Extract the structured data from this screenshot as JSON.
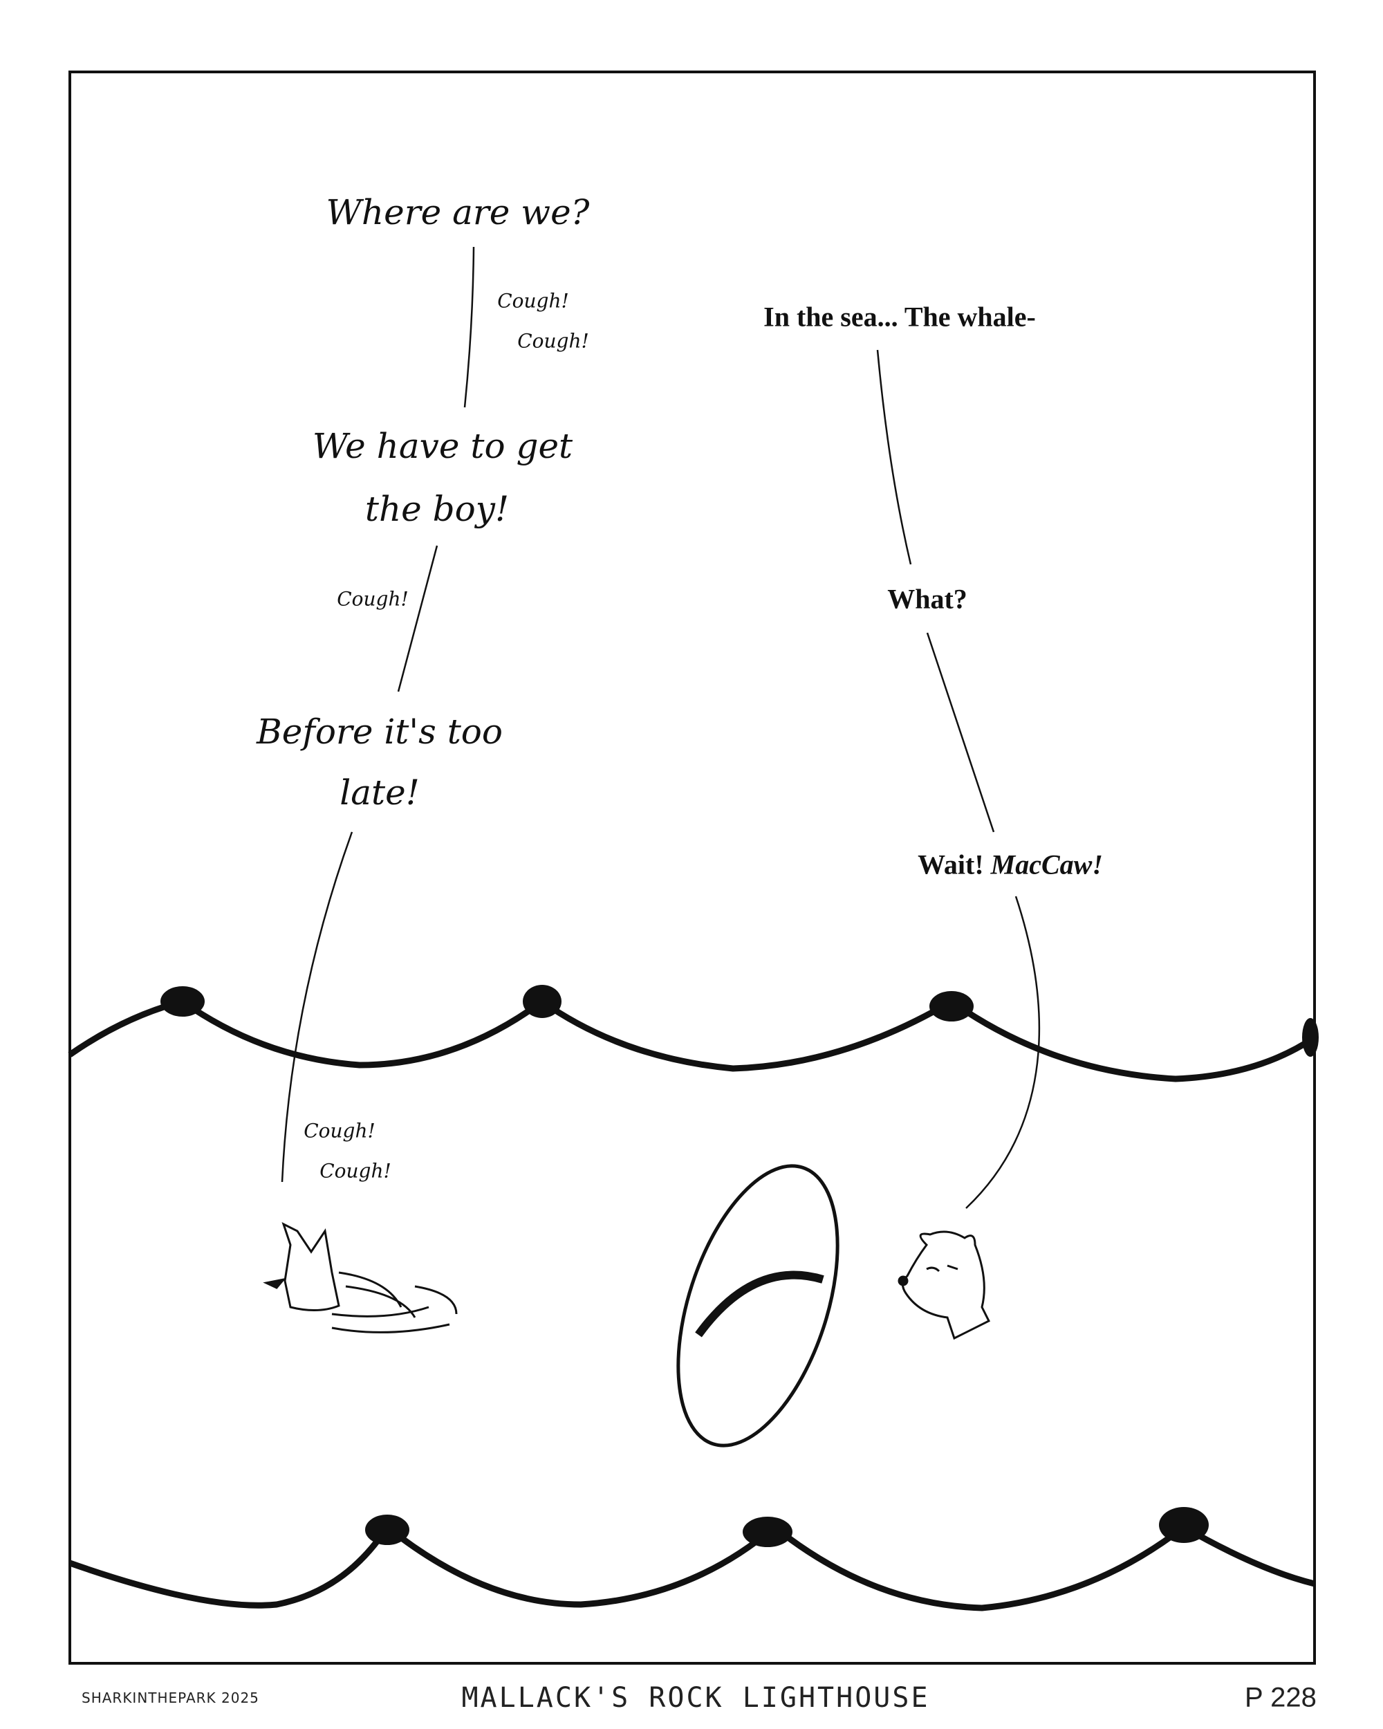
{
  "dialogue_left": {
    "line1": "Where are we?",
    "cough1": "Cough!",
    "cough2": "Cough!",
    "line2a": "We have to get",
    "line2b": "the boy!",
    "cough3": "Cough!",
    "line3a": "Before it's too",
    "line3b": "late!",
    "cough4": "Cough!",
    "cough5": "Cough!"
  },
  "dialogue_right": {
    "line1": "In the sea... The whale-",
    "line2": "What?",
    "line3_plain": "Wait! ",
    "line3_italic": "MacCaw!"
  },
  "footer": {
    "credit": "SHARKINTHEPARK 2025",
    "title": "MALLACK'S ROCK LIGHTHOUSE",
    "page": "P 228"
  }
}
